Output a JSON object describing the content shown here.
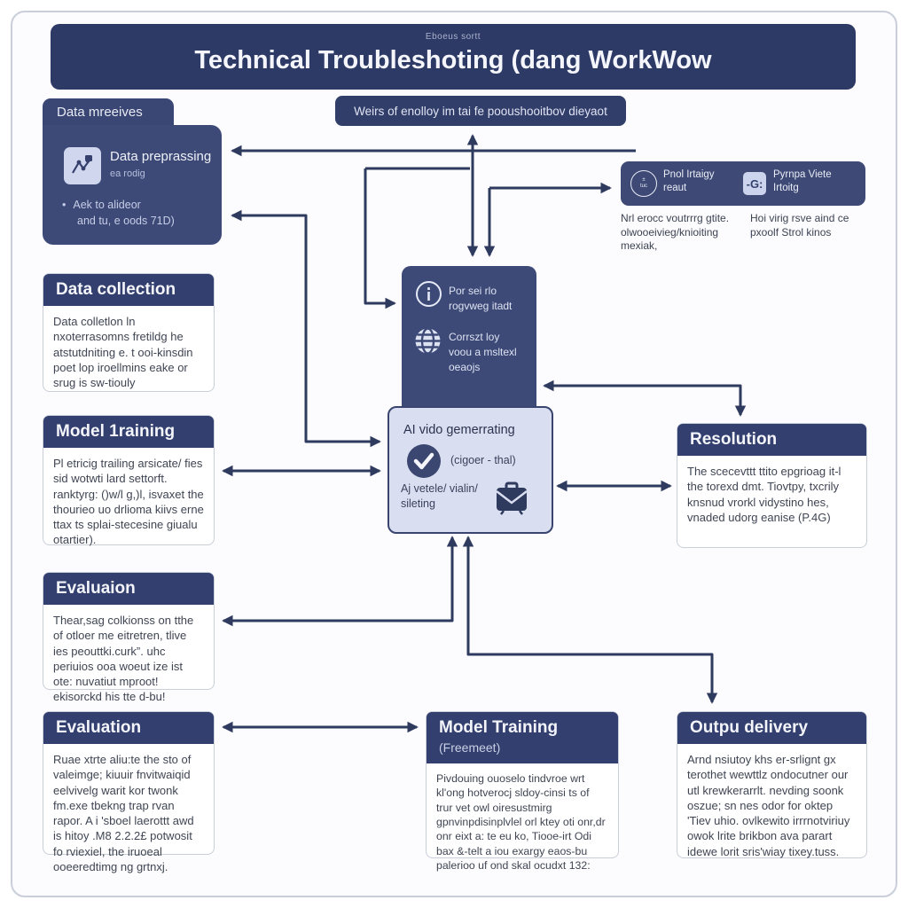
{
  "header": {
    "subtitle": "Eboeus sortt",
    "title": "Technical Troubleshoting (dang WorkWow"
  },
  "tab": {
    "label": "Data mreeives"
  },
  "banner": {
    "text": "Weirs of enolloy im tai fe pooushooitbov dieyaot"
  },
  "preprocessing_box": {
    "title": "Data preprassing",
    "subtitle": "ea rodig",
    "icon": "scatter-plot-icon",
    "bullet_line1": "Aek to alideor",
    "bullet_line2": "and tu, e oods 71D)"
  },
  "top_right_bar": {
    "item1": {
      "icon": "badge-circle-icon",
      "icon_text": "tuc",
      "label_line1": "Pnol Irtaigy",
      "label_line2": "reaut"
    },
    "item2": {
      "icon": "translate-icon",
      "glyph": "-G:",
      "label_line1": "Pyrnpa Viete",
      "label_line2": "Irtoitg"
    },
    "caption1": "Nrl erocc voutrrrg gtite. olwooeivieg/knioiting mexiak,",
    "caption2": "Hoi virig rsve aind ce pxoolf Strol kinos"
  },
  "center_box": {
    "item1": {
      "icon": "info-icon",
      "line1": "Por sei rlo",
      "line2": "rogvweg itadt"
    },
    "item2": {
      "icon": "globe-icon",
      "line1": "Corrszt loy",
      "line2": "voou a msltexl",
      "line3": "oeaojs"
    }
  },
  "light_box": {
    "title": "AI vido gemerrating",
    "check_icon": "check-circle-icon",
    "paren": "(cigoer - thal)",
    "sub_line1": "Aj vetele/ vialin/",
    "sub_line2": "sileting",
    "case_icon": "briefcase-mail-icon"
  },
  "left_boxes": [
    {
      "title": "Data collection",
      "body": "Data colletlon ln nxoterrasomns fretildg he atstutdniting e. t ooi-kinsdin poet lop iroellmins eake or srug is sw-tiouly"
    },
    {
      "title": "Model 1raining",
      "body": "Pl etricig trailing arsicate/ fies sid wotwti lard settorft. ranktyrg: ()w/l g,)l, isvaxet the thourieo uo drlioma kiivs erne ttax ts splai-stecesine giualu otartier)."
    },
    {
      "title": "Evaluaion",
      "body": "Thear,sag colkionss on tthe of otloer me eitretren, tlive ies peouttki.curk”. uhc periuios ooa woeut ize ist ote: nuvatiut mproot! ekisorckd his tte d-bu!"
    },
    {
      "title": "Evaluation",
      "body": "Ruae xtrte aliu:te the sto of valeimge; kiuuir fnvitwaiqid eelvivelg warit kor twonk fm.exe tbekng trap rvan rapor. A i 'sboel laerottt awd is hitoy .M8 2.2.2£ potwosit fo rviexiel, the iruoeal ooeeredtimg ng grtnxj."
    }
  ],
  "right_boxes": [
    {
      "title": "Resolution",
      "body": "The scecevttt ttito epgrioag it-l the torexd dmt. Tiovtpy, txcrily knsnud vrorkl vidystino hes, vnaded udorg eanise (P.4G)"
    },
    {
      "title": "Outpu delivery",
      "body": "Arnd nsiutoy khs er-srlignt gx terothet wewttlz ondocutner our utl krewkerarrlt. nevding soonk oszue; sn nes odor for oktep 'Tiev uhio. ovlkewito irrrnotviriuy owok lrite brikbon ava parart idewe lorit sris'wiay tixey.tuss."
    }
  ],
  "bottom_center_box": {
    "title": "Model Training",
    "title_suffix": "(Freemeet)",
    "body": "Pivdouing ouoselo tindvroe wrt kl'ong hotverocj sldoy-cinsi ts of trur vet owl oiresustmirg gpnvinpdisinplvlel orl ktey oti onr,dr onr eixt a: te eu ko, Tiooe-irt Odi bax &-telt a iou exargy eaos-bu palerioo uf ond skal ocudxt 132:"
  },
  "colors": {
    "navy_header": "#2e3a66",
    "navy_box": "#3d4a78",
    "card_header": "#333f6e",
    "light_fill": "#d9def0",
    "arrow": "#2e3a5e",
    "body_text": "#3f4553"
  }
}
